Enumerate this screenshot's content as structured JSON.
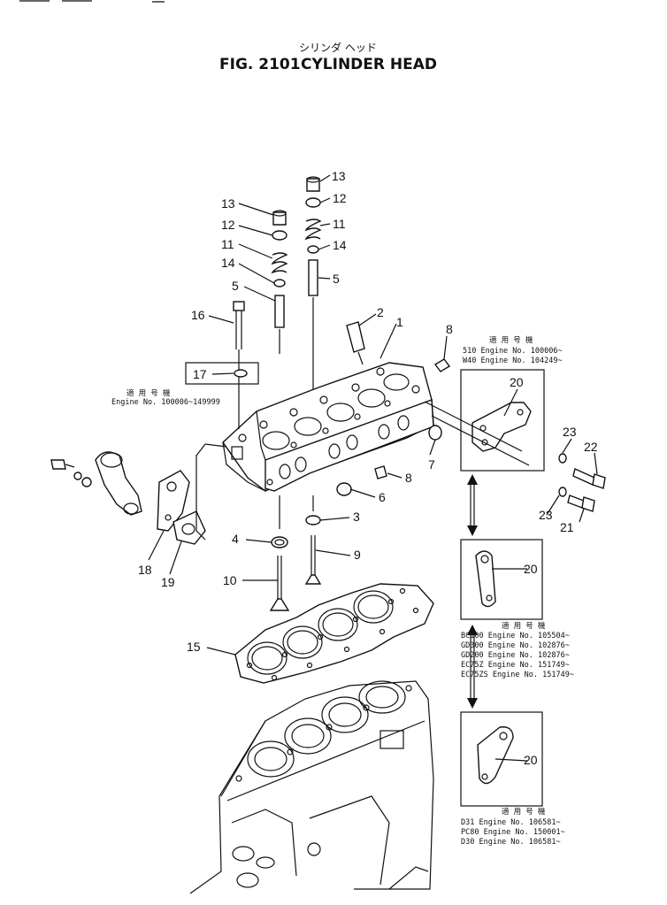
{
  "title": {
    "kana": "シリンダ ヘッド",
    "fig": "FIG. 2101",
    "name": "CYLINDER HEAD"
  },
  "callouts": [
    {
      "id": "c13a",
      "text": "13"
    },
    {
      "id": "c12a",
      "text": "12"
    },
    {
      "id": "c11a",
      "text": "11"
    },
    {
      "id": "c14a",
      "text": "14"
    },
    {
      "id": "c5a",
      "text": "5"
    },
    {
      "id": "c13b",
      "text": "13"
    },
    {
      "id": "c12b",
      "text": "12"
    },
    {
      "id": "c11b",
      "text": "11"
    },
    {
      "id": "c14b",
      "text": "14"
    },
    {
      "id": "c5b",
      "text": "5"
    },
    {
      "id": "c16",
      "text": "16"
    },
    {
      "id": "c17",
      "text": "17"
    },
    {
      "id": "c2",
      "text": "2"
    },
    {
      "id": "c1",
      "text": "1"
    },
    {
      "id": "c8a",
      "text": "8"
    },
    {
      "id": "c8b",
      "text": "8"
    },
    {
      "id": "c7",
      "text": "7"
    },
    {
      "id": "c6",
      "text": "6"
    },
    {
      "id": "c3",
      "text": "3"
    },
    {
      "id": "c4",
      "text": "4"
    },
    {
      "id": "c9",
      "text": "9"
    },
    {
      "id": "c10",
      "text": "10"
    },
    {
      "id": "c15",
      "text": "15"
    },
    {
      "id": "c18",
      "text": "18"
    },
    {
      "id": "c19",
      "text": "19"
    },
    {
      "id": "c20a",
      "text": "20"
    },
    {
      "id": "c20b",
      "text": "20"
    },
    {
      "id": "c20c",
      "text": "20"
    },
    {
      "id": "c21",
      "text": "21"
    },
    {
      "id": "c22",
      "text": "22"
    },
    {
      "id": "c23a",
      "text": "23"
    },
    {
      "id": "c23b",
      "text": "23"
    }
  ],
  "serial_notes": {
    "left": {
      "heading": "適 用 号 機",
      "lines": [
        "Engine No. 100006~149999"
      ]
    },
    "box1": {
      "heading": "適 用 号 機",
      "lines": [
        "510   Engine  No.  100006~",
        "W40   Engine  No.  104249~"
      ]
    },
    "box2": {
      "heading": "適 用 号 機",
      "lines": [
        "BC100   Engine  No.  105504~",
        "GD300   Engine  No.  102876~",
        "GD200   Engine  No.  102876~",
        "EC75Z   Engine  No.  151749~",
        "EC75ZS  Engine  No.  151749~"
      ]
    },
    "box3": {
      "heading": "適 用 号 機",
      "lines": [
        "D31    Engine  No.  106581~",
        "PC80   Engine  No.  150001~",
        "D30    Engine  No.  106581~"
      ]
    }
  }
}
